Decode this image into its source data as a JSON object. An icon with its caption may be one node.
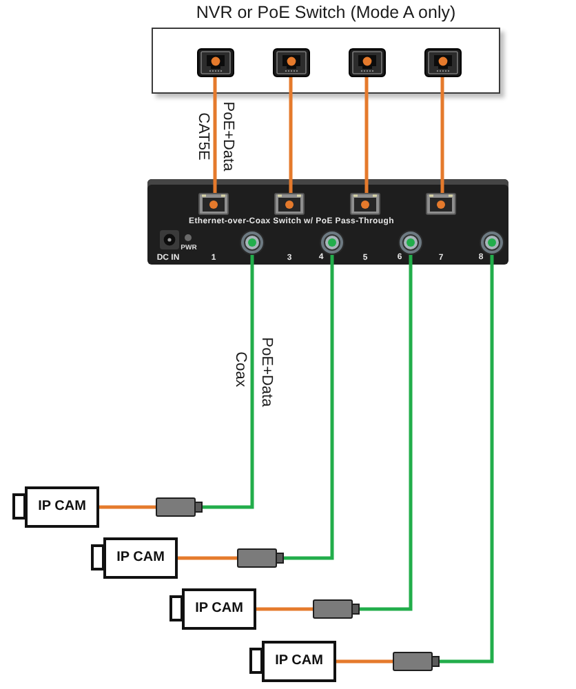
{
  "diagram": {
    "nodes": [
      {
        "text": [
          "NVR or PoE Switch (Mode A only)"
        ]
      },
      {
        "text": [],
        "shape": "box",
        "in": 0
      },
      {
        "text": [],
        "shape": "box",
        "in": 0
      },
      {
        "text": [],
        "shape": "box",
        "in": 0
      },
      {
        "text": [],
        "shape": "box",
        "in": 0
      },
      {
        "text": [
          "Ethernet-over-Coax Switch w/ PoE Pass-Through"
        ]
      },
      {
        "text": [],
        "shape": "box",
        "in": 5
      },
      {
        "text": [],
        "shape": "circle",
        "in": 5
      },
      {
        "text": [],
        "shape": "box",
        "in": 5
      },
      {
        "text": [],
        "shape": "circle",
        "in": 5,
        "beside": [
          "4"
        ]
      },
      {
        "text": [],
        "shape": "box",
        "in": 5
      },
      {
        "text": [],
        "shape": "circle",
        "in": 5,
        "beside": [
          "6"
        ]
      },
      {
        "text": [],
        "shape": "box",
        "in": 5
      },
      {
        "text": [],
        "shape": "circle",
        "in": 5,
        "beside": [
          "8"
        ]
      },
      {
        "text": [
          "IP CAM"
        ]
      },
      {
        "text": [],
        "shape": "box"
      },
      {
        "text": [
          "IP CAM"
        ]
      },
      {
        "text": [],
        "shape": "box"
      },
      {
        "text": [
          "IP CAM"
        ]
      },
      {
        "text": [],
        "shape": "box"
      },
      {
        "text": [
          "IP CAM"
        ]
      },
      {
        "text": [],
        "shape": "box"
      }
    ],
    "edges": [
      {
        "from": 1,
        "to": 6,
        "arrow": "none",
        "label": "PoE+Data"
      },
      {
        "from": 2,
        "to": 8,
        "arrow": "none"
      },
      {
        "from": 3,
        "to": 10,
        "arrow": "none"
      },
      {
        "from": 4,
        "to": 12,
        "arrow": "none"
      },
      {
        "from": 7,
        "to": 15,
        "arrow": "none",
        "label": "PoE+Data",
        "color": "#22ad4b"
      },
      {
        "from": 9,
        "to": 17,
        "arrow": "none",
        "color": "#22ad4b"
      },
      {
        "from": 11,
        "to": 19,
        "arrow": "none",
        "color": "#22ad4b"
      },
      {
        "from": 13,
        "to": 21,
        "arrow": "none",
        "color": "#22ad4b"
      },
      {
        "from": 14,
        "to": 15,
        "arrow": "none"
      },
      {
        "from": 16,
        "to": 17,
        "arrow": "none"
      },
      {
        "from": 18,
        "to": 19,
        "arrow": "none"
      },
      {
        "from": 20,
        "to": 21,
        "arrow": "none"
      }
    ],
    "labels": [
      "CAT5E",
      "PWR",
      "DC IN",
      "1",
      "3",
      "5",
      "7",
      "Coax"
    ]
  }
}
